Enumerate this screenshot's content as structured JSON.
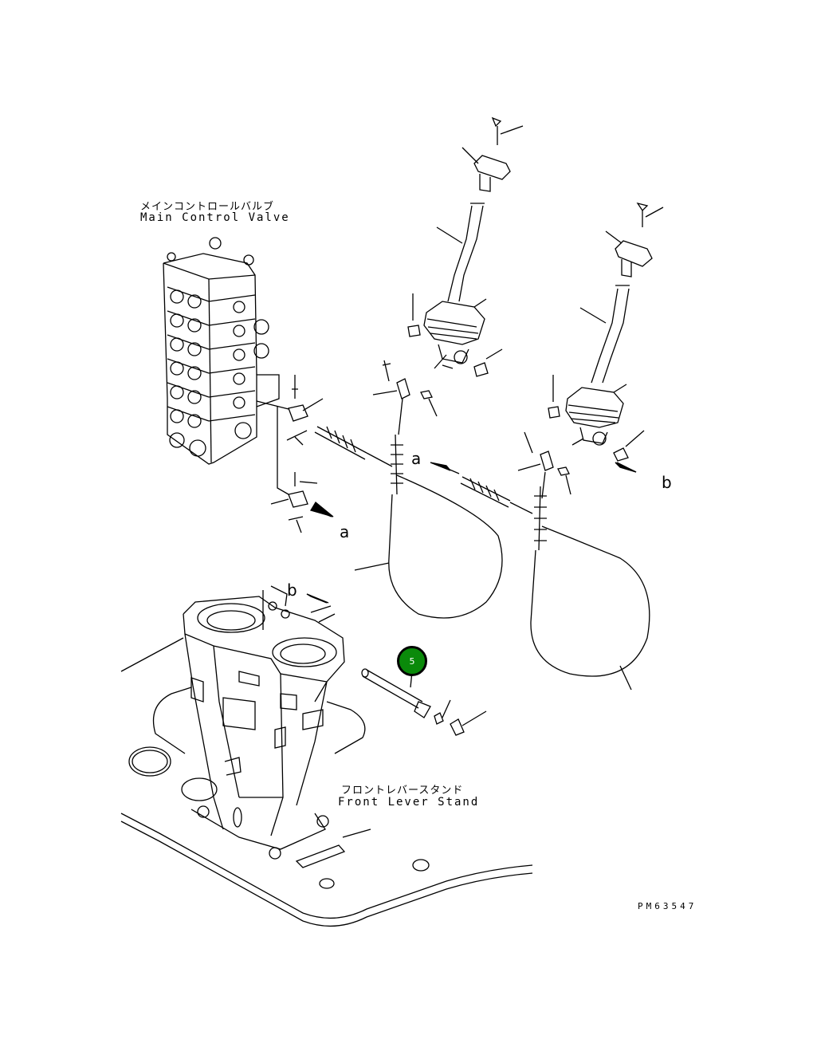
{
  "labels": {
    "main_control_valve_jp": "メインコントロールバルブ",
    "main_control_valve_en": "Main Control Valve",
    "front_lever_stand_jp": "フロントレバースタンド",
    "front_lever_stand_en": "Front Lever Stand",
    "ref_a1": "a",
    "ref_a2": "a",
    "ref_b1": "b",
    "ref_b2": "b",
    "drawing_code": "PM63547"
  },
  "callout": {
    "number": "5",
    "color": "#0a8a0a"
  }
}
